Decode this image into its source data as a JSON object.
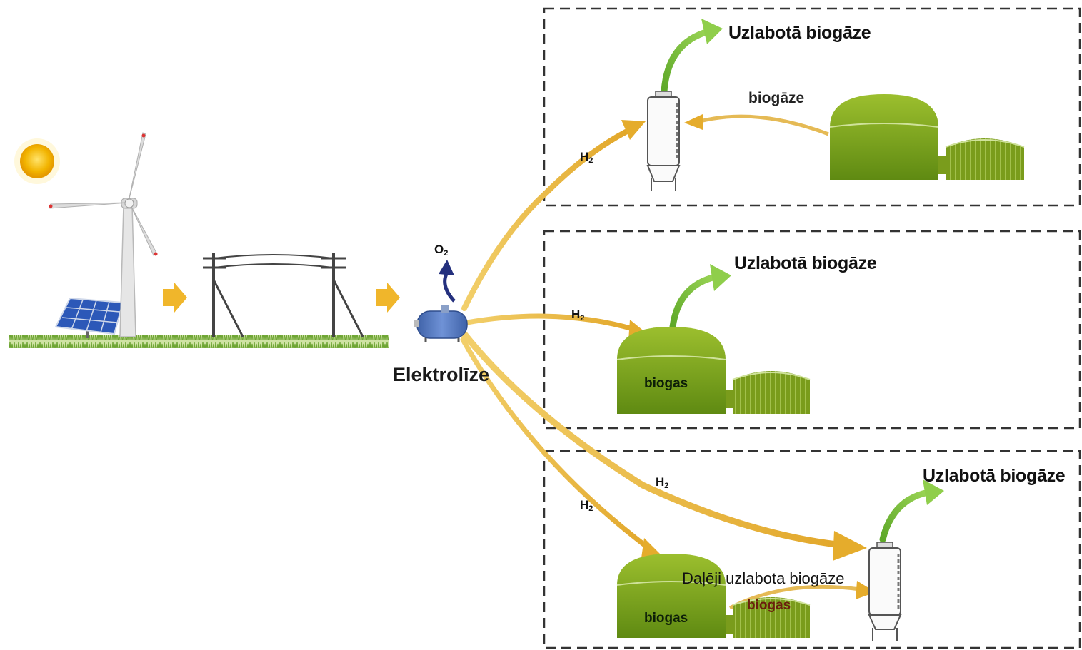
{
  "labels": {
    "electrolysis": "Elektrolīze",
    "oxygen": "O",
    "oxygen_sub": "2",
    "hydrogen": "H",
    "hydrogen_sub": "2",
    "upgraded_biogas": "Uzlabotā biogāze",
    "biogas_lv": "biogāze",
    "biogas_tank": "biogas",
    "partially_upgraded": "Daļēji uzlabota biogāze"
  },
  "colors": {
    "h2_arrow": "#e8b93a",
    "output_arrow": "#7dc142",
    "digester": "#7a9c1c",
    "electrolyzer": "#5b7fc7",
    "panel_border": "#333333"
  }
}
